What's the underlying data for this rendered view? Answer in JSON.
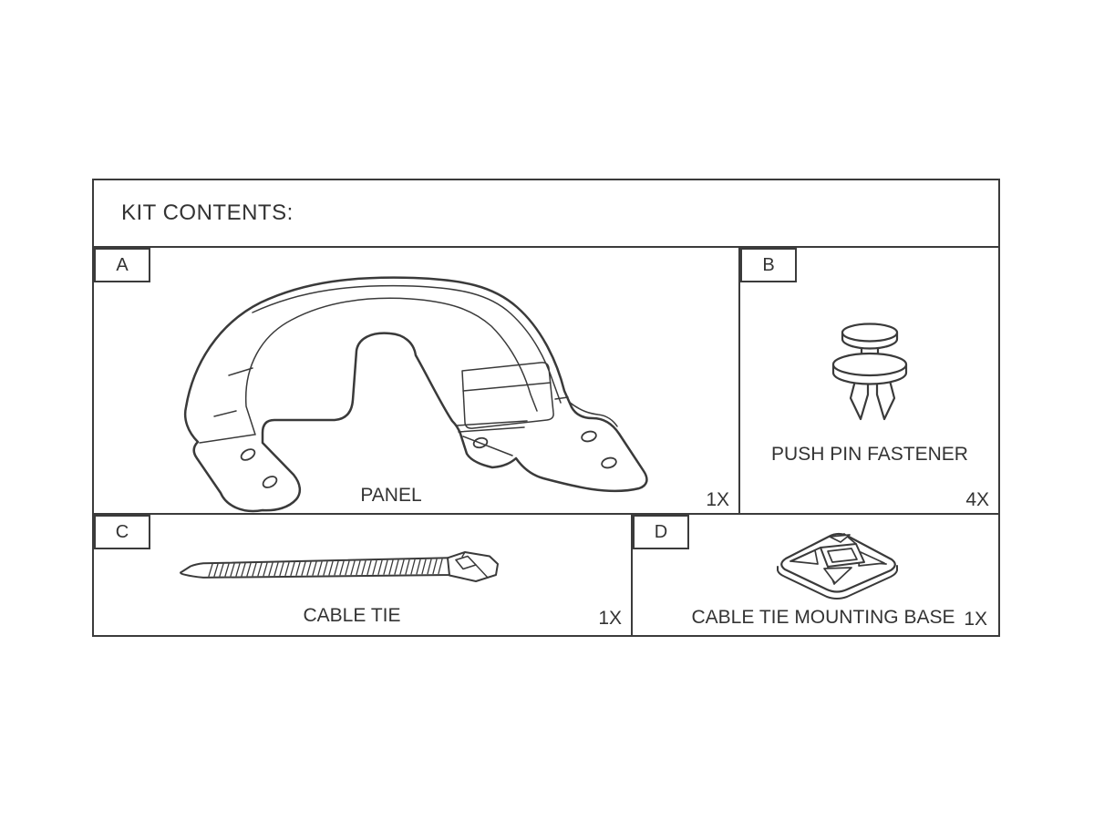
{
  "colors": {
    "line": "#3a3a3a",
    "text": "#333333",
    "background": "#ffffff"
  },
  "header": {
    "title": "KIT CONTENTS:"
  },
  "sections": [
    {
      "label": "A",
      "part_name": "PANEL",
      "quantity": "1X",
      "illustration": "panel-line-drawing"
    },
    {
      "label": "B",
      "part_name": "PUSH PIN FASTENER",
      "quantity": "4X",
      "illustration": "push-pin-fastener-line-drawing"
    },
    {
      "label": "C",
      "part_name": "CABLE TIE",
      "quantity": "1X",
      "illustration": "cable-tie-line-drawing"
    },
    {
      "label": "D",
      "part_name": "CABLE TIE MOUNTING BASE",
      "quantity": "1X",
      "illustration": "cable-tie-mounting-base-line-drawing"
    }
  ]
}
